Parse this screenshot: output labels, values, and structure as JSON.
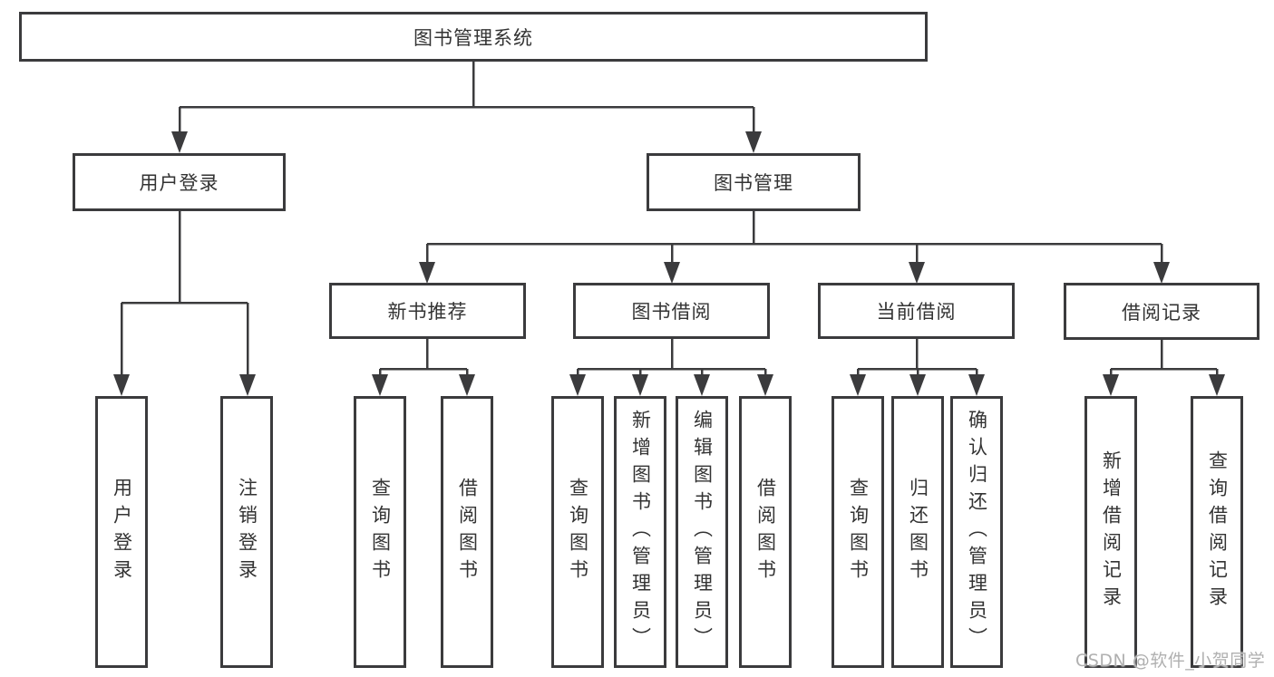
{
  "tree": {
    "label": "图书管理系统",
    "children": [
      {
        "label": "用户登录",
        "children": [
          {
            "label": "用户登录"
          },
          {
            "label": "注销登录"
          }
        ]
      },
      {
        "label": "图书管理",
        "children": [
          {
            "label": "新书推荐",
            "children": [
              {
                "label": "查询图书"
              },
              {
                "label": "借阅图书"
              }
            ]
          },
          {
            "label": "图书借阅",
            "children": [
              {
                "label": "查询图书"
              },
              {
                "label": "新增图书（管理员）"
              },
              {
                "label": "编辑图书（管理员）"
              },
              {
                "label": "借阅图书"
              }
            ]
          },
          {
            "label": "当前借阅",
            "children": [
              {
                "label": "查询图书"
              },
              {
                "label": "归还图书"
              },
              {
                "label": "确认归还（管理员）"
              }
            ]
          },
          {
            "label": "借阅记录",
            "children": [
              {
                "label": "新增借阅记录"
              },
              {
                "label": "查询借阅记录"
              }
            ]
          }
        ]
      }
    ]
  },
  "watermark": {
    "text": "CSDN @软件_小贺同学"
  },
  "colors": {
    "line": "#3b3b3d",
    "text": "#333333",
    "background": "#ffffff",
    "watermark": "#acacac"
  }
}
